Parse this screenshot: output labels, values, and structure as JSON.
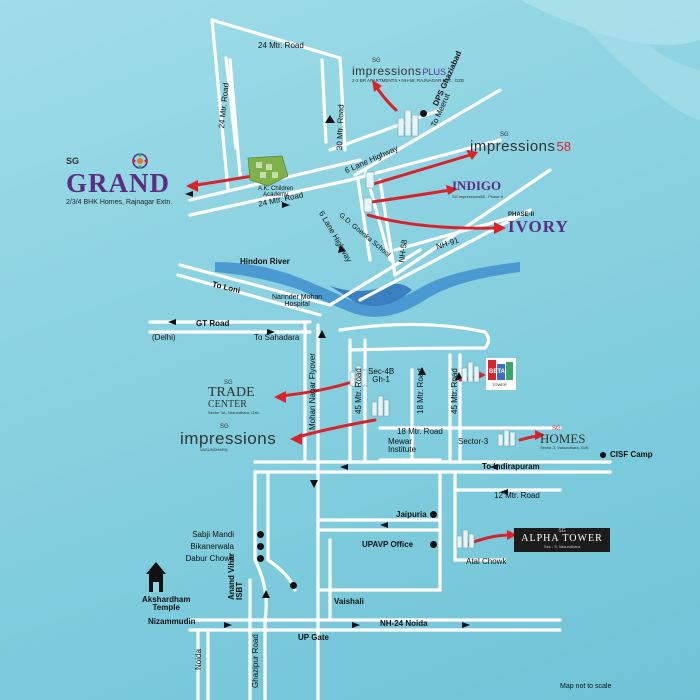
{
  "roads": {
    "r24_top": "24 Mtr. Road",
    "r24_left": "24 Mtr. Road",
    "r30": "30 Mtr. Road",
    "r24_mid": "24 Mtr. Road",
    "six_lane_a": "6 Lane Highway",
    "six_lane_b": "6 Lane Highway",
    "nh58": "NH-58",
    "nh91": "NH-91",
    "to_meerut": "To Meerut",
    "dps": "DPS Ghaziabad",
    "hindon": "Hindon River",
    "to_loni": "To Loni",
    "gt_road": "GT Road",
    "delhi": "(Delhi)",
    "to_sahadara": "To Sahadara",
    "narinder": "Narinder Mohan\nHospital",
    "mohan_flyover": "Mohan Nagar Flyover",
    "r45_a": "45 Mtr. Road",
    "r18_v": "18 Mtr. Road",
    "r45_b": "45 Mtr. Road",
    "sec4b": "Sec-4B\nGh-1",
    "r18_h": "18 Mtr. Road",
    "mewar": "Mewar\nInstitute",
    "sector3": "Sector-3",
    "cisf": "CISF Camp",
    "indirapuram": "To Indirapuram",
    "r12": "12 Mtr. Road",
    "jaipuria": "Jaipuria",
    "sabji": "Sabji Mandi",
    "bikanerwala": "Bikanerwala",
    "dabur": "Dabur Chowk",
    "upavp": "UPAVP Office",
    "atal": "Atal Chowk",
    "anand": "Anand Vihar\nISBT",
    "akshardham": "Akshardham\nTemple",
    "vaishali": "Vaishali",
    "nizammudin": "Nizammudin",
    "nh24": "NH-24 Noida",
    "up_gate": "UP Gate",
    "ghazipur": "Ghazipur Road",
    "noida": "Noida",
    "gd_goenka": "G.D. Goenka School",
    "ak_children": "A.K. Children\nAcademy",
    "scale_note": "Map not to scale"
  },
  "brands": {
    "grand_sg": "SG",
    "grand_name": "GRAND",
    "grand_sub": "2/3/4 BHK Homes, Rajnagar Extn.",
    "imp_plus_sg": "SG",
    "imp_plus_name": "impressions",
    "imp_plus_suffix": "PLUS",
    "imp_plus_sub": "2-3 BR APARTMENTS • NH-58, RAJNAGAR EXT., GZB",
    "imp58_sg": "SG",
    "imp58_name": "impressions",
    "imp58_suffix": "58",
    "indigo_name": "INDIGO",
    "indigo_sub": "SG impressions58 - Phase II",
    "ivory_phase": "PHASE-II",
    "ivory_name": "IVORY",
    "trade_sg": "SG",
    "trade_name": "TRADE",
    "trade_center": "CENTER",
    "trade_sub": "Sector 3A, Vasundhara, Gzb.",
    "imp_sg": "SG",
    "imp_name": "impressions",
    "imp_sub": "VASUNDHARA",
    "homes_sg": "SG",
    "homes_name": "HOMES",
    "homes_sub": "Sector-3, Vasundhara, Gzb.",
    "alpha_sg": "SG",
    "alpha_name": "ALPHA TOWER",
    "alpha_sub": "Sec - 9, Vasundhara",
    "beta_name": "BETA",
    "beta_sub": "TOWER"
  },
  "colors": {
    "road": "#ffffff",
    "river": "#3f8fce",
    "arrow": "#d8232a",
    "brand_purple": "#5b2d83",
    "brand_dark": "#333333"
  }
}
